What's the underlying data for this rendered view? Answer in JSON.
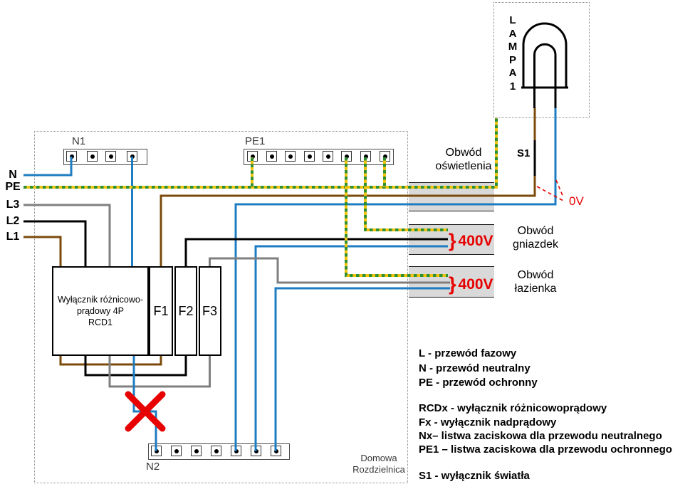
{
  "colors": {
    "wire-blue": "#1e7cc2",
    "wire-brown": "#7b4a0b",
    "wire-gray": "#7f7f7f",
    "wire-black": "#000000",
    "pe-yellow": "#f2c410",
    "pe-green": "#2f9032",
    "alert-red": "#e80000",
    "band-gray": "#d9d9d9"
  },
  "feeds": {
    "n": "N",
    "pe": "PE",
    "l3": "L3",
    "l2": "L2",
    "l1": "L1"
  },
  "strips": {
    "n1": "N1",
    "pe1": "PE1",
    "n2": "N2"
  },
  "devices": {
    "rcd_label": "Wyłącznik różnicowo-\nprądowy 4P\nRCD1",
    "f1": "F1",
    "f2": "F2",
    "f3": "F3",
    "s1": "S1"
  },
  "lamp": {
    "label": "LAMPA1"
  },
  "circuits": {
    "lighting": {
      "label": "Obwód\noświetlenia"
    },
    "sockets": {
      "label": "Obwód\ngniazdek",
      "brace": "}",
      "voltage": "400V"
    },
    "bathroom": {
      "label": "Obwód\nłazienka",
      "brace": "}",
      "voltage": "400V"
    }
  },
  "annotations": {
    "zero_volt": "0V"
  },
  "enclosure": {
    "label": "Domowa\nRozdzielnica"
  },
  "legend": {
    "items": [
      "L - przewód fazowy",
      "N - przewód neutralny",
      "PE - przewód ochronny",
      "RCDx - wyłącznik różnicowoprądowy",
      "Fx - wyłącznik nadprądowy",
      "Nx– listwa zaciskowa dla przewodu neutralnego",
      "PE1 – listwa zaciskowa dla przewodu ochronnego",
      "S1 - wyłącznik światła"
    ]
  }
}
